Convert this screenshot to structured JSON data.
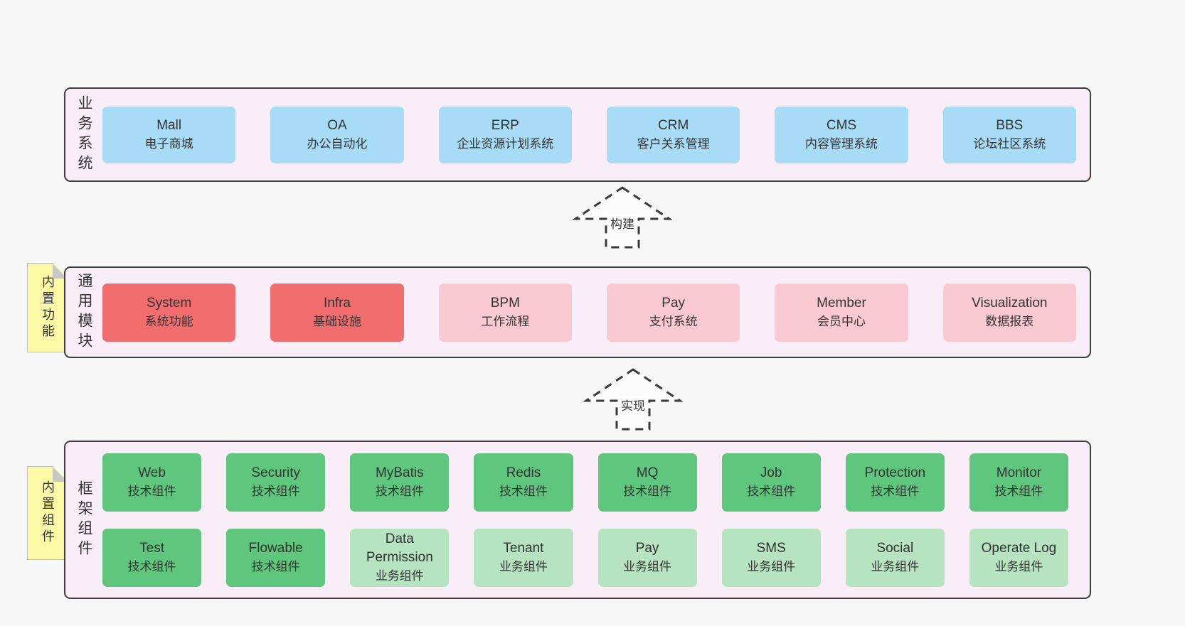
{
  "colors": {
    "page_bg": "#f7f7f7",
    "container_bg": "#f9eef8",
    "container_border": "#3d3d3d",
    "blue_box": "#a8dcf6",
    "red_box": "#f26d6d",
    "pink_box": "#fbc9d1",
    "green_box": "#5fc67e",
    "light_green_box": "#b7e4c0",
    "sticky_yellow": "#fbf9a5",
    "sticky_fold_gray": "#c8c8c8",
    "text": "#333333"
  },
  "sections": {
    "business": {
      "label": "业务系统",
      "boxes": [
        {
          "name": "Mall",
          "desc": "电子商城",
          "variant": "blue"
        },
        {
          "name": "OA",
          "desc": "办公自动化",
          "variant": "blue"
        },
        {
          "name": "ERP",
          "desc": "企业资源计划系统",
          "variant": "blue"
        },
        {
          "name": "CRM",
          "desc": "客户关系管理",
          "variant": "blue"
        },
        {
          "name": "CMS",
          "desc": "内容管理系统",
          "variant": "blue"
        },
        {
          "name": "BBS",
          "desc": "论坛社区系统",
          "variant": "blue"
        }
      ]
    },
    "modules": {
      "label": "通用模块",
      "sticky": "内置功能",
      "boxes": [
        {
          "name": "System",
          "desc": "系统功能",
          "variant": "red"
        },
        {
          "name": "Infra",
          "desc": "基础设施",
          "variant": "red"
        },
        {
          "name": "BPM",
          "desc": "工作流程",
          "variant": "pink"
        },
        {
          "name": "Pay",
          "desc": "支付系统",
          "variant": "pink"
        },
        {
          "name": "Member",
          "desc": "会员中心",
          "variant": "pink"
        },
        {
          "name": "Visualization",
          "desc": "数据报表",
          "variant": "pink"
        }
      ]
    },
    "components": {
      "label": "框架组件",
      "sticky": "内置组件",
      "row1": [
        {
          "name": "Web",
          "desc": "技术组件",
          "variant": "green"
        },
        {
          "name": "Security",
          "desc": "技术组件",
          "variant": "green"
        },
        {
          "name": "MyBatis",
          "desc": "技术组件",
          "variant": "green"
        },
        {
          "name": "Redis",
          "desc": "技术组件",
          "variant": "green"
        },
        {
          "name": "MQ",
          "desc": "技术组件",
          "variant": "green"
        },
        {
          "name": "Job",
          "desc": "技术组件",
          "variant": "green"
        },
        {
          "name": "Protection",
          "desc": "技术组件",
          "variant": "green"
        },
        {
          "name": "Monitor",
          "desc": "技术组件",
          "variant": "green"
        }
      ],
      "row2": [
        {
          "name": "Test",
          "desc": "技术组件",
          "variant": "green"
        },
        {
          "name": "Flowable",
          "desc": "技术组件",
          "variant": "green"
        },
        {
          "name": "Data Permission",
          "desc": "业务组件",
          "variant": "light-green"
        },
        {
          "name": "Tenant",
          "desc": "业务组件",
          "variant": "light-green"
        },
        {
          "name": "Pay",
          "desc": "业务组件",
          "variant": "light-green"
        },
        {
          "name": "SMS",
          "desc": "业务组件",
          "variant": "light-green"
        },
        {
          "name": "Social",
          "desc": "业务组件",
          "variant": "light-green"
        },
        {
          "name": "Operate Log",
          "desc": "业务组件",
          "variant": "light-green"
        }
      ]
    }
  },
  "arrows": {
    "build": {
      "label": "构建"
    },
    "implement": {
      "label": "实现"
    }
  }
}
